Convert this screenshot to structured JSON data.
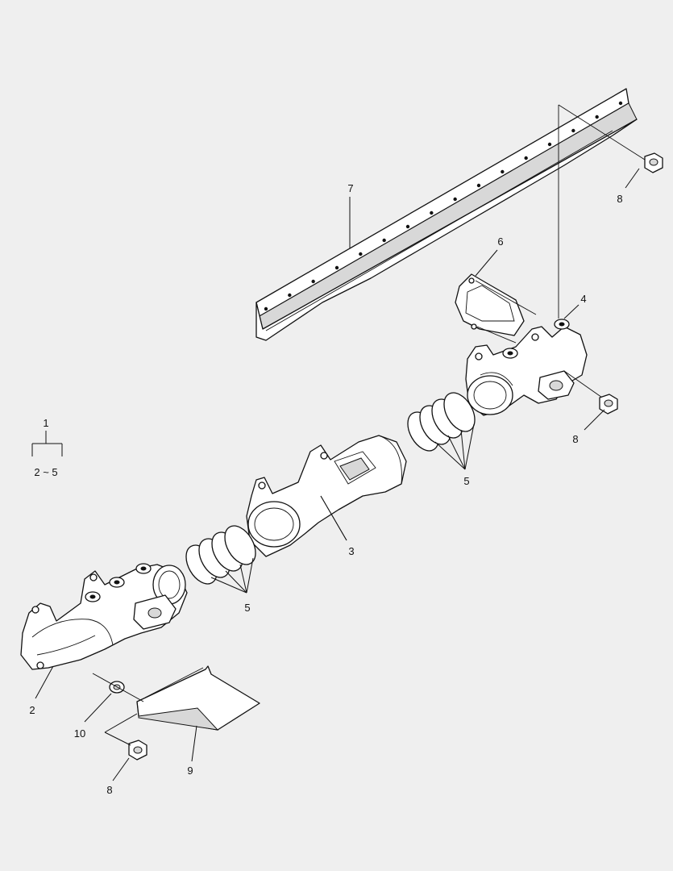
{
  "diagram": {
    "labels": {
      "assembly": "1",
      "assembly_range": "2 ~ 5",
      "manifold_front": "2",
      "manifold_center": "3",
      "manifold_rear": "4",
      "seal_rings_left": "5",
      "seal_rings_right": "5",
      "gasket": "6",
      "heat_shield_rail": "7",
      "nut_top": "8",
      "nut_right": "8",
      "nut_bottom": "8",
      "heat_shield_plate": "9",
      "washer": "10"
    }
  }
}
